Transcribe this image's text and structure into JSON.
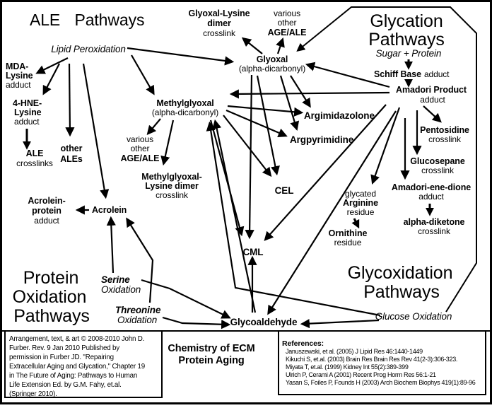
{
  "titles": {
    "ale": "ALE Pathways",
    "glycation": [
      "Glycation",
      "Pathways"
    ],
    "protein_oxidation": [
      "Protein",
      "Oxidation",
      "Pathways"
    ],
    "glycoxidation": [
      "Glycoxidation",
      "Pathways"
    ]
  },
  "processes": {
    "lipid_peroxidation": "Lipid Peroxidation",
    "sugar_protein": "Sugar + Protein",
    "serine_oxidation": [
      "Serine",
      "Oxidation"
    ],
    "threonine_oxidation": [
      "Threonine",
      "Oxidation"
    ],
    "glucose_oxidation": "Glucose Oxidation"
  },
  "nodes": {
    "mda_lysine": [
      "MDA-",
      "Lysine",
      "adduct"
    ],
    "hne_lysine": [
      "4-HNE-",
      "Lysine",
      "adduct"
    ],
    "ale_crosslinks": [
      "ALE",
      "crosslinks"
    ],
    "other_ales": [
      "other",
      "ALEs"
    ],
    "acrolein_protein": [
      "Acrolein-",
      "protein",
      "adduct"
    ],
    "acrolein": "Acrolein",
    "glyoxal_lysine_dimer": [
      "Glyoxal-Lysine",
      "dimer",
      "crosslink"
    ],
    "various_age_top": [
      "various",
      "other",
      "AGE/ALE"
    ],
    "glyoxal": [
      "Glyoxal",
      "(alpha-dicarbonyl)"
    ],
    "methylglyoxal": [
      "Methylglyoxal",
      "(alpha-dicarbonyl)"
    ],
    "various_age_left": [
      "various",
      "other",
      "AGE/ALE"
    ],
    "methylglyoxal_lysine_dimer": [
      "Methylglyoxal-",
      "Lysine dimer",
      "crosslink"
    ],
    "argimidazolone": "Argimidazolone",
    "argpyrimidine": "Argpyrimidine",
    "cel": "CEL",
    "cml": "CML",
    "glycoaldehyde": "Glycoaldehyde",
    "schiff_base": [
      "Schiff Base",
      "adduct"
    ],
    "amadori_product": [
      "Amadori Product",
      "adduct"
    ],
    "pentosidine": [
      "Pentosidine",
      "crosslink"
    ],
    "glucosepane": [
      "Glucosepane",
      "crosslink"
    ],
    "amadori_ene_dione": [
      "Amadori-ene-dione",
      "adduct"
    ],
    "alpha_diketone": [
      "alpha-diketone",
      "crosslink"
    ],
    "glycated_arginine": [
      "glycated",
      "Arginine",
      "residue"
    ],
    "ornithine": [
      "Ornithine",
      "residue"
    ]
  },
  "footer": {
    "copyright_lines": [
      "Arrangement, text, & art © 2008-2010 John D.",
      "Furber. Rev. 9 Jan 2010  Published by",
      "permission in Furber JD. \"Repairing",
      "Extracellular Aging and Glycation,\" Chapter 19",
      "in The Future of Aging: Pathways to Human",
      "Life Extension Ed. by G.M. Fahy, et.al.",
      "(Springer 2010)."
    ],
    "center_title": [
      "Chemistry of ECM",
      "Protein Aging"
    ],
    "references_heading": "References:",
    "references": [
      "Januszewski, et al. (2005) J Lipid Res 46:1440-1449",
      "Kikuchi S, et.al. (2003) Brain Res Brain Res Rev 41(2-3):306-323.",
      "Miyata T, et.al. (1999) Kidney Int 55(2):389-399",
      "Ulrich P, Cerami A (2001) Recent Prog Horm Res 56:1-21",
      "Yasan S, Foiles P, Founds H (2003) Arch Biochem Biophys 419(1):89-96"
    ]
  }
}
